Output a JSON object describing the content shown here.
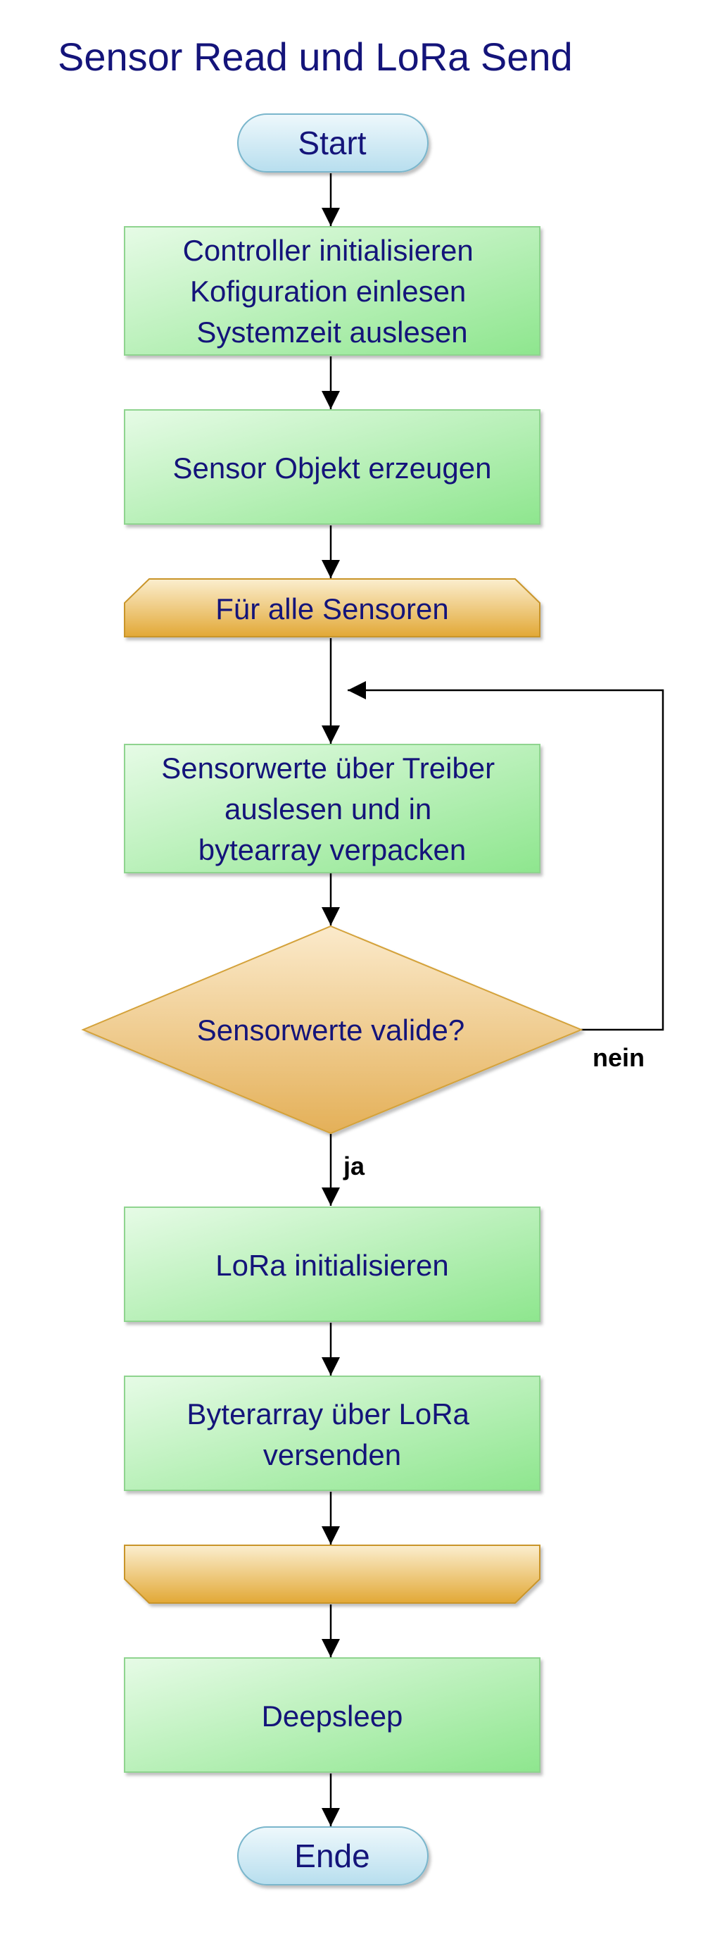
{
  "diagram": {
    "title": "Sensor Read und LoRa Send",
    "nodes": {
      "start": "Start",
      "init": [
        "Controller initialisieren",
        "Kofiguration einlesen",
        "Systemzeit auslesen"
      ],
      "sensor_obj": "Sensor Objekt erzeugen",
      "loop_start": "Für alle Sensoren",
      "read": [
        "Sensorwerte über Treiber",
        "auslesen und in",
        "bytearray verpacken"
      ],
      "decision": "Sensorwerte valide?",
      "lora_init": "LoRa initialisieren",
      "send": [
        "Byterarray über LoRa",
        "versenden"
      ],
      "loop_end": "",
      "sleep": "Deepsleep",
      "end": "Ende"
    },
    "edges": {
      "no": "nein",
      "yes": "ja"
    },
    "colors": {
      "text": "#14147a",
      "process_fill_top": "#e6fbe6",
      "process_fill_bottom": "#8ee68e",
      "process_stroke": "#8fd48f",
      "terminal_fill_top": "#eef8fc",
      "terminal_fill_bottom": "#b7deee",
      "terminal_stroke": "#7ab6cc",
      "loop_fill_top": "#fbeecf",
      "loop_fill_bottom": "#e2a836",
      "loop_stroke": "#c9952b",
      "decision_fill_top": "#fbeacb",
      "decision_fill_bottom": "#e4b058",
      "decision_stroke": "#d4a23a"
    }
  }
}
